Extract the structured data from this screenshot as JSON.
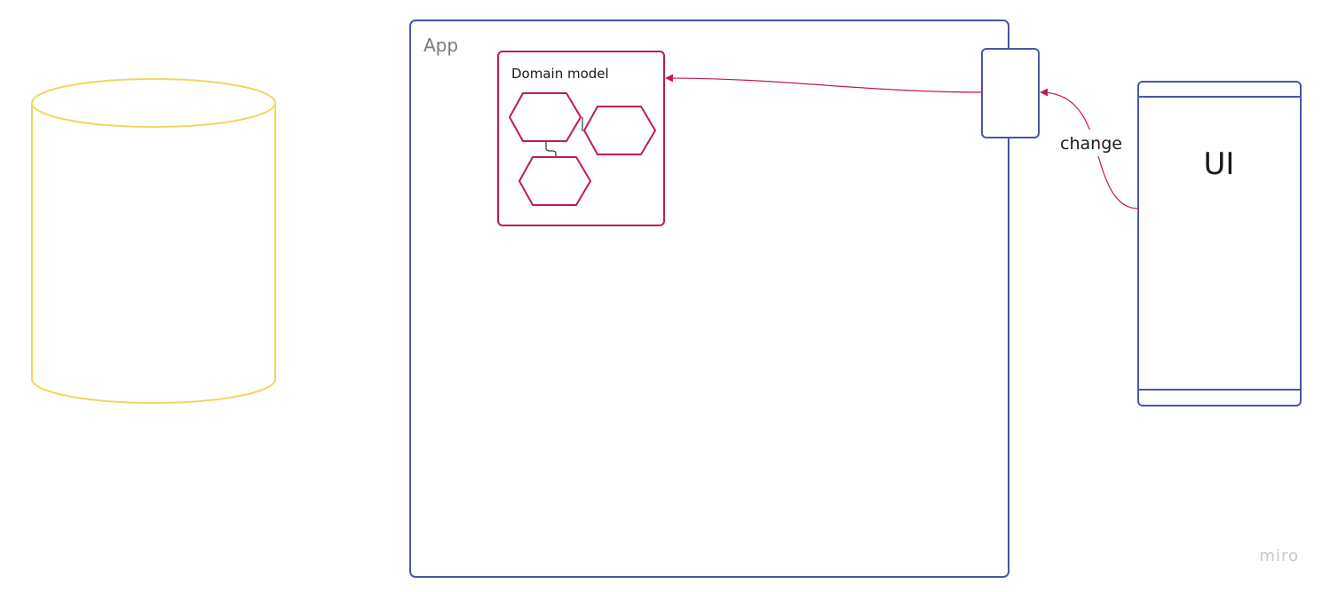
{
  "diagram": {
    "app": {
      "label": "App"
    },
    "domain_model": {
      "label": "Domain model"
    },
    "connector": {
      "label": "change"
    },
    "ui": {
      "label": "UI"
    },
    "watermark": {
      "text": "miro"
    }
  },
  "colors": {
    "database": "#f0d661",
    "app_border": "#4a55a8",
    "domain_model": "#c2185b",
    "arrow": "#c2185b",
    "watermark": "#c6c8d2"
  }
}
